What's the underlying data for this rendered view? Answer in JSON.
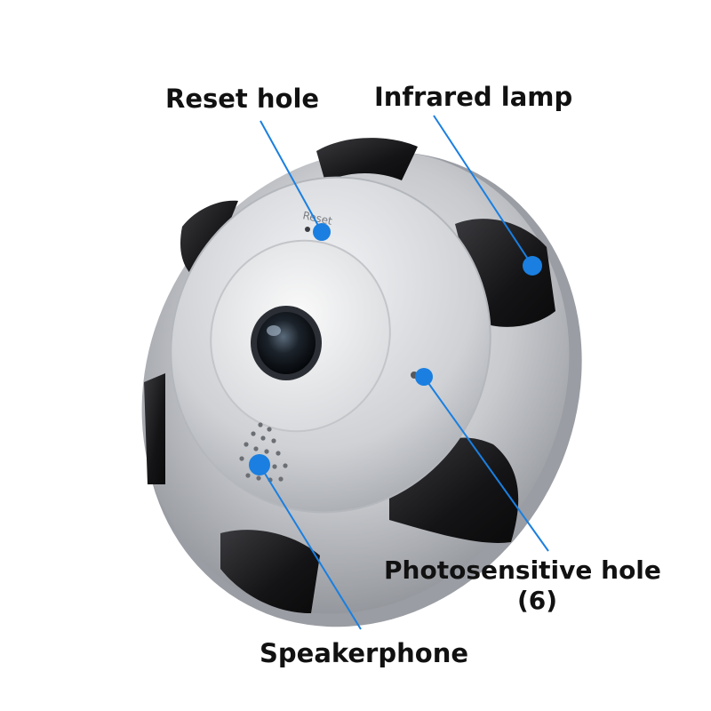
{
  "labels": {
    "reset_hole": "Reset hole",
    "infrared_lamp": "Infrared lamp",
    "photosensitive_hole": "Photosensitive hole",
    "photosensitive_number": "(6)",
    "speakerphone": "Speakerphone",
    "body_print": "Reset"
  },
  "colors": {
    "pointer_blue": "#1a7fe0",
    "housing_silver": "#c9cbd0",
    "ir_panel": "#1b1b1d",
    "text": "#111111"
  }
}
